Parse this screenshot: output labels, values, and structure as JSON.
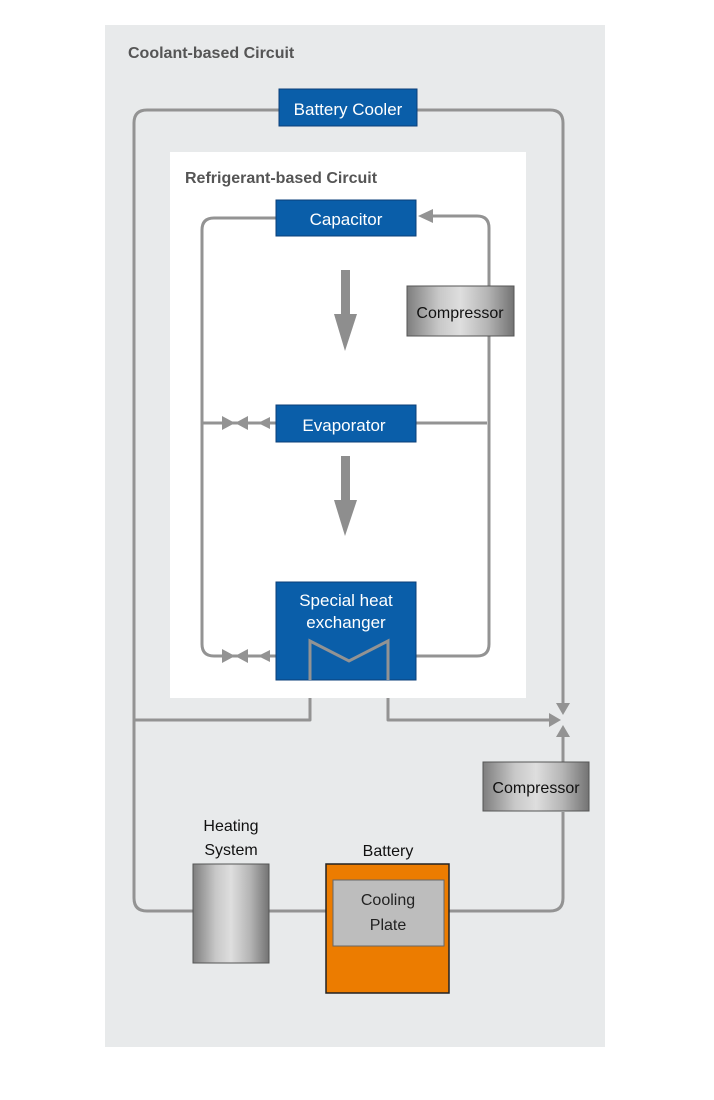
{
  "outer_circuit": {
    "title": "Coolant-based Circuit"
  },
  "inner_circuit": {
    "title": "Refrigerant-based Circuit"
  },
  "components": {
    "battery_cooler": "Battery Cooler",
    "capacitor": "Capacitor",
    "compressor_refrigerant": "Compressor",
    "evaporator": "Evaporator",
    "heat_exchanger_line1": "Special heat",
    "heat_exchanger_line2": "exchanger",
    "compressor_coolant": "Compressor",
    "heating_system_line1": "Heating",
    "heating_system_line2": "System",
    "battery": "Battery",
    "cooling_plate_line1": "Cooling",
    "cooling_plate_line2": "Plate"
  },
  "colors": {
    "outer_bg": "#e8eaeb",
    "inner_bg": "#ffffff",
    "blue_box": "#0a5ea9",
    "blue_border": "#0b3f78",
    "pipe": "#939393",
    "orange": "#ec7c00",
    "title_text": "#555555"
  }
}
